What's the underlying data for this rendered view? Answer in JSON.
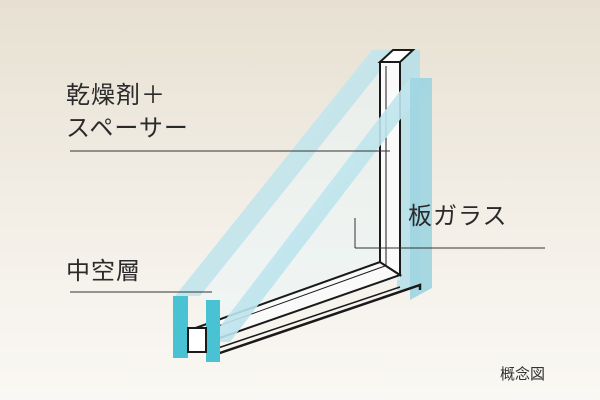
{
  "diagram": {
    "labels": {
      "desiccant": "乾燥剤＋",
      "spacer": "スペーサー",
      "glass": "板ガラス",
      "air_layer": "中空層"
    },
    "caption": "概念図"
  },
  "colors": {
    "glass_edge": "#49c3d3",
    "glass_face": "#b9e2ec",
    "outline": "#1a1a1a",
    "leader_line": "#333333"
  }
}
